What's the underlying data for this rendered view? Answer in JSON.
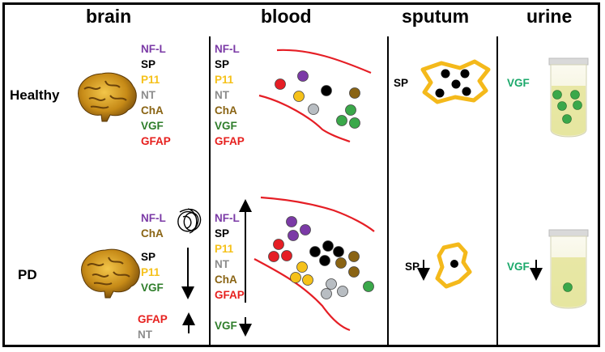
{
  "headers": {
    "brain": "brain",
    "blood": "blood",
    "sputum": "sputum",
    "urine": "urine"
  },
  "rows": {
    "healthy": "Healthy",
    "pd": "PD"
  },
  "colors": {
    "NF-L": "#7b3aa6",
    "SP": "#000000",
    "P11": "#f5c11a",
    "NT": "#8c8c8c",
    "ChA": "#8a6414",
    "VGF": "#2e7d2a",
    "GFAP": "#e6201e",
    "VGF_urine": "#1aa86a",
    "vessel": "#e51e25",
    "sputum_outline": "#f4b91b"
  },
  "healthy": {
    "brain_markers": [
      "NF-L",
      "SP",
      "P11",
      "NT",
      "ChA",
      "VGF",
      "GFAP"
    ],
    "blood_markers": [
      "NF-L",
      "SP",
      "P11",
      "NT",
      "ChA",
      "VGF",
      "GFAP"
    ],
    "sputum_label": "SP",
    "urine_label": "VGF"
  },
  "pd": {
    "brain_group1": [
      "NF-L",
      "ChA"
    ],
    "brain_group2": [
      "SP",
      "P11",
      "VGF"
    ],
    "brain_group3": [
      "GFAP",
      "NT"
    ],
    "blood_group1": [
      "NF-L",
      "SP",
      "P11",
      "NT",
      "ChA",
      "GFAP"
    ],
    "blood_group2": [
      "VGF"
    ],
    "sputum_label": "SP",
    "urine_label": "VGF"
  },
  "icons": [
    "brain-icon",
    "tangle-icon",
    "blood-vessel-icon",
    "sputum-blob-icon",
    "urine-tube-icon",
    "arrow-up-icon",
    "arrow-down-icon"
  ]
}
